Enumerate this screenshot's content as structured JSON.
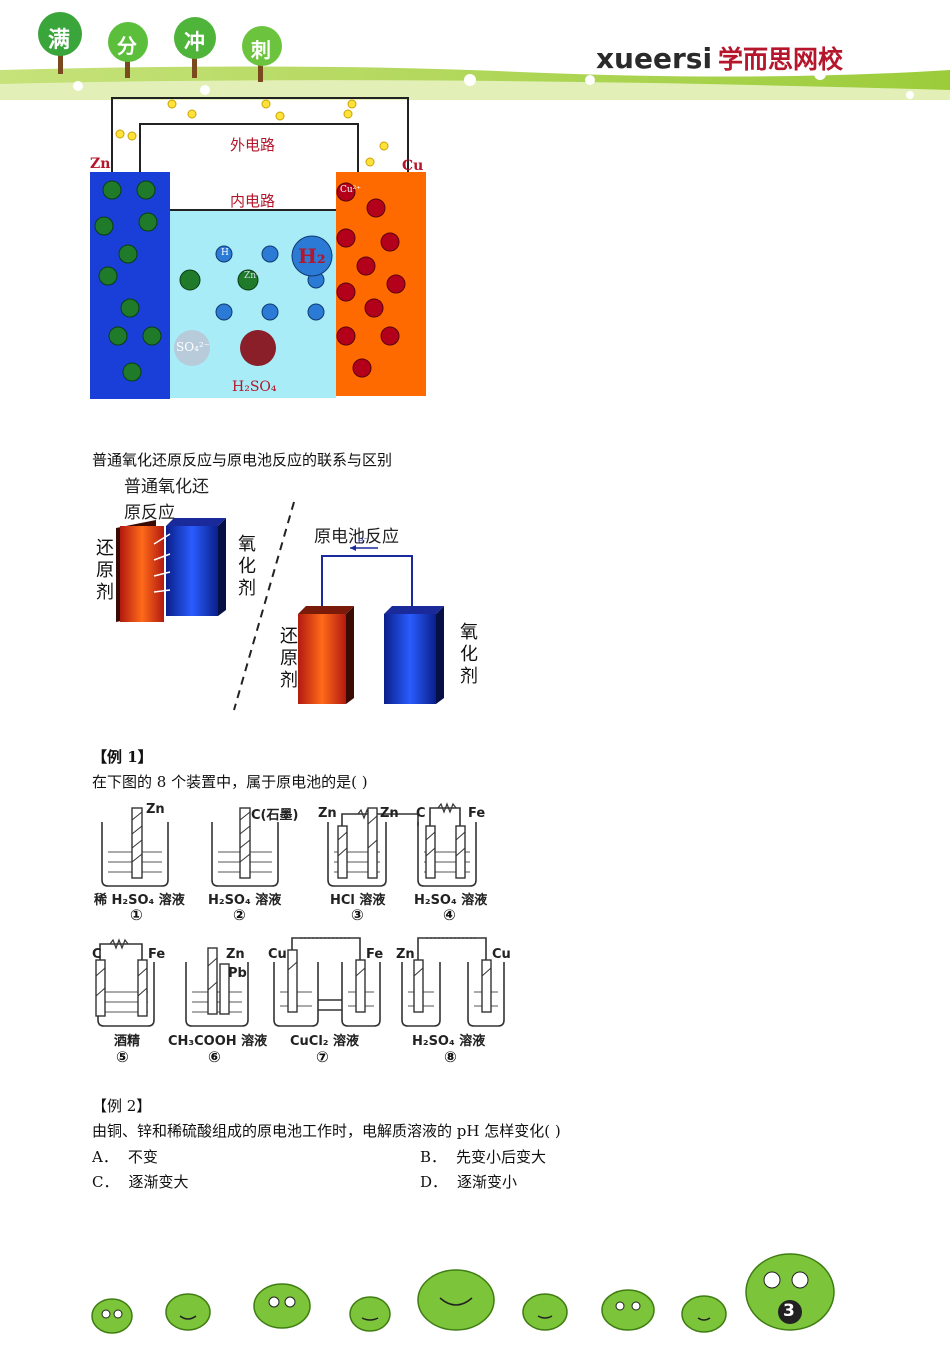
{
  "header": {
    "banner_chars": [
      "满",
      "分",
      "冲",
      "刺"
    ],
    "brand_en": "xueersi",
    "brand_cn": "学而思网校"
  },
  "galvanic_cell": {
    "outer_circuit": "外电路",
    "inner_circuit": "内电路",
    "anode": "Zn",
    "cathode": "Cu",
    "electrolyte": "H₂SO₄",
    "h2_label": "H₂",
    "ions": {
      "zinc": "Zn²⁺",
      "copper": "Cu²⁺",
      "hydrogen": "H",
      "sulfate": "SO₄²⁻"
    },
    "colors": {
      "zinc_plate": "#1a3fd8",
      "solution": "#a8ecf7",
      "copper_plate": "#ff6a00"
    }
  },
  "section1": {
    "caption": "普通氧化还原反应与原电池反应的联系与区别",
    "left_title_line1": "普通氧化还",
    "left_title_line2": "原反应",
    "right_title": "原电池反应",
    "electron": "e⁻",
    "reductant": "还原剂",
    "oxidant": "氧化剂"
  },
  "example1": {
    "tag": "【例 1】",
    "question": "在下图的 8 个装置中，属于原电池的是(                )",
    "apparatus": [
      {
        "num": "①",
        "label": "稀 H₂SO₄ 溶液",
        "electrodes": [
          "Zn"
        ]
      },
      {
        "num": "②",
        "label": "H₂SO₄ 溶液",
        "electrodes": [
          "C(石墨)"
        ]
      },
      {
        "num": "③",
        "label": "HCl 溶液",
        "electrodes": [
          "Zn",
          "Zn"
        ]
      },
      {
        "num": "④",
        "label": "H₂SO₄ 溶液",
        "electrodes": [
          "C",
          "Fe"
        ]
      },
      {
        "num": "⑤",
        "label": "酒精",
        "electrodes": [
          "C",
          "Fe"
        ]
      },
      {
        "num": "⑥",
        "label": "CH₃COOH 溶液",
        "electrodes": [
          "Zn",
          "Pb"
        ]
      },
      {
        "num": "⑦",
        "label": "CuCl₂ 溶液",
        "electrodes": [
          "Cu",
          "Fe"
        ]
      },
      {
        "num": "⑧",
        "label": "H₂SO₄ 溶液",
        "electrodes": [
          "Zn",
          "Cu"
        ]
      }
    ]
  },
  "example2": {
    "tag": "【例 2】",
    "question": "由铜、锌和稀硫酸组成的原电池工作时，电解质溶液的 pH 怎样变化(          )",
    "options": [
      {
        "key": "A．",
        "text": "不变"
      },
      {
        "key": "B．",
        "text": "先变小后变大"
      },
      {
        "key": "C．",
        "text": "逐渐变大"
      },
      {
        "key": "D．",
        "text": "逐渐变小"
      }
    ]
  },
  "footer": {
    "page_number": "3"
  }
}
